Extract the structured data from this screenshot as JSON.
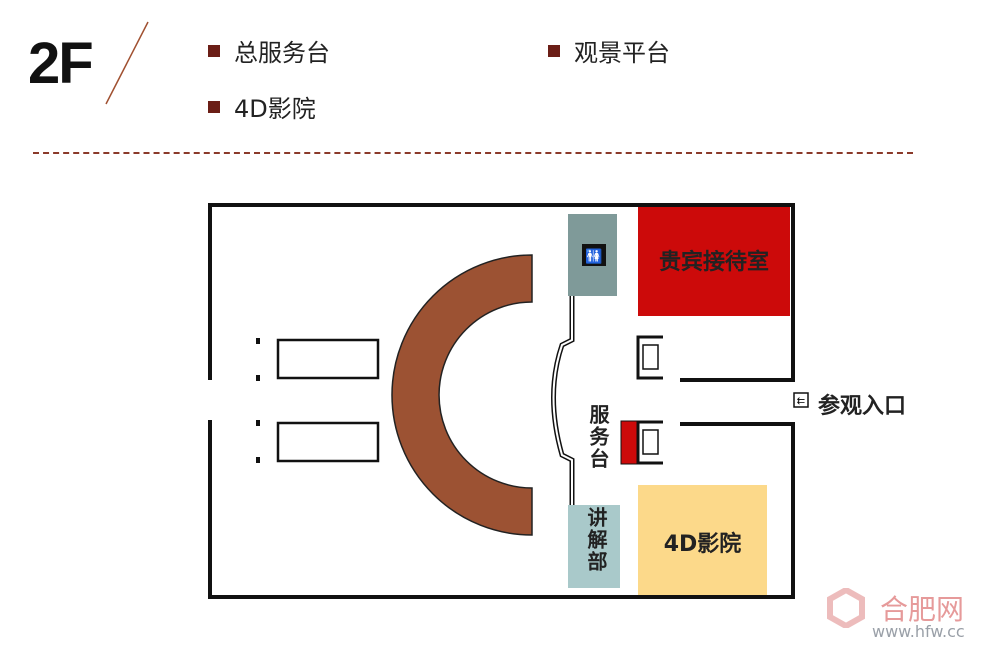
{
  "floor": "2F",
  "legend": [
    "总服务台",
    "观景平台",
    "4D影院"
  ],
  "rooms": {
    "vip": "贵宾接待室",
    "service": "服务台",
    "guide": "讲解部",
    "cinema": "4D影院",
    "entrance": "参观入口"
  },
  "colors": {
    "vip": "#cc0a0a",
    "restroom": "#7f9a99",
    "guide": "#a9c9ca",
    "cinema": "#fcd98a",
    "arc": "#9c5233",
    "accent": "#6b1e16"
  },
  "watermark": {
    "name": "合肥网",
    "url": "www.hfw.cc"
  }
}
